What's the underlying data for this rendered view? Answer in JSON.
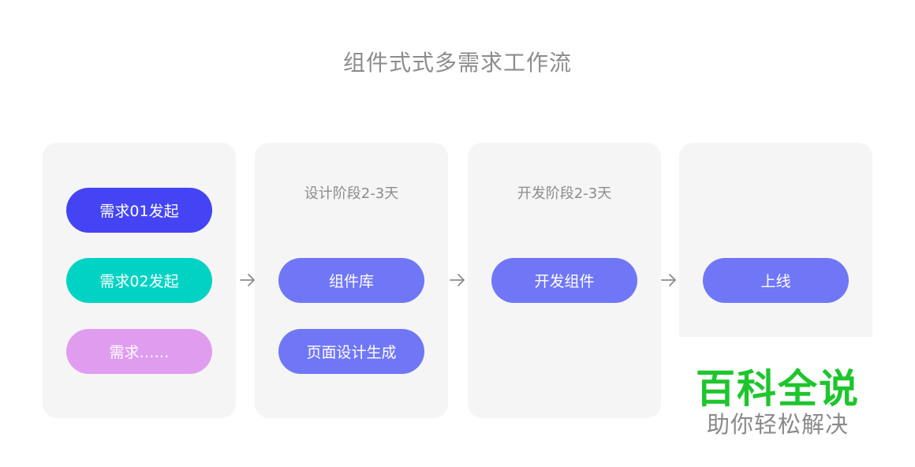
{
  "title": "组件式式多需求工作流",
  "colors": {
    "card_bg": "#f5f5f5",
    "title_text": "#8c8c8c",
    "request_01": "#4444f5",
    "request_02": "#00d3c4",
    "request_more": "#e09df0",
    "stage_pill": "#7077f7",
    "watermark_green": "#1ec52d",
    "watermark_gray": "#8a8a8a"
  },
  "stages": [
    {
      "label": "",
      "items": [
        "需求01发起",
        "需求02发起",
        "需求……"
      ]
    },
    {
      "label": "设计阶段2-3天",
      "items": [
        "组件库",
        "页面设计生成"
      ]
    },
    {
      "label": "开发阶段2-3天",
      "items": [
        "开发组件"
      ]
    },
    {
      "label": "",
      "items": [
        "上线"
      ]
    }
  ],
  "arrows": [
    "arrow-right-icon",
    "arrow-right-icon",
    "arrow-right-icon"
  ],
  "watermark": {
    "main": "百科全说",
    "sub": "助你轻松解决"
  }
}
